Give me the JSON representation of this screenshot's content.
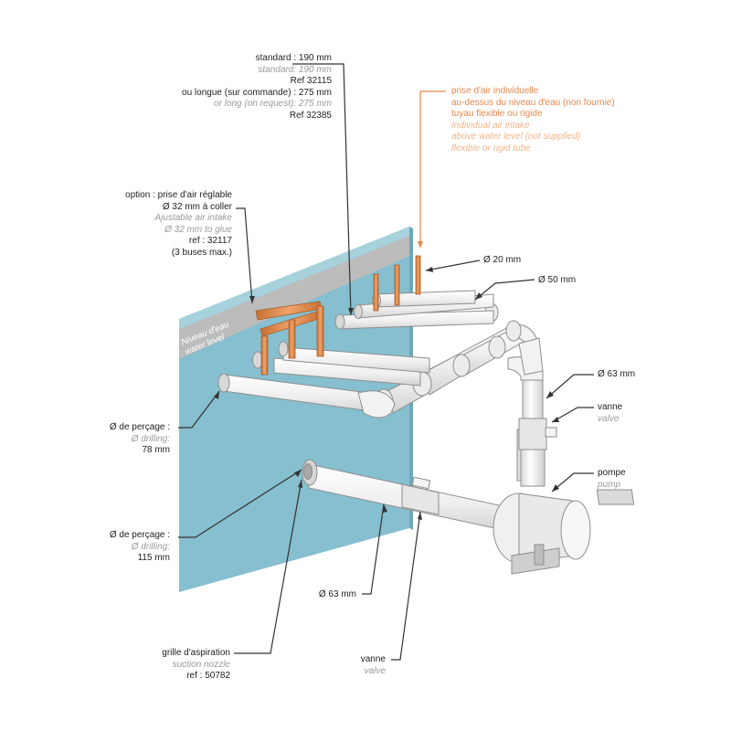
{
  "colors": {
    "wall": "#86bfcf",
    "water_band": "#b9b9b9",
    "pipe": "#f1f1f1",
    "pipe_stroke": "#8e8e8e",
    "copper": "#e08a4c",
    "leader": "#333333",
    "leader_orange": "#e8874a",
    "text_fr": "#1e1e1e",
    "text_en": "#9a9a9a"
  },
  "wall_label": [
    "Niveau d'eau",
    "water level"
  ],
  "labels": {
    "length": {
      "fr1": "standard : 190 mm",
      "en1": "standard: 190 mm",
      "ref1": "Ref 32115",
      "fr2": "ou longue (sur commande) : 275 mm",
      "en2": "or long (on request): 275 mm",
      "ref2": "Ref 32385"
    },
    "air_intake": {
      "fr1": "prise d'air individuelle",
      "fr2": "au-dessus du niveau d'eau (non fournie)",
      "fr3": "tuyau flexible ou rigide",
      "en1": "Individual air intake",
      "en2": "above water level (not supplied)",
      "en3": "flexible or rigid tube"
    },
    "option": {
      "fr1": "option : prise d'air réglable",
      "fr2": "Ø 32 mm à coller",
      "en1": "Ajustable air intake",
      "en2": "Ø 32 mm to glue",
      "ref": "ref  : 32117",
      "note": "(3 buses max.)"
    },
    "d20": "Ø 20 mm",
    "d50": "Ø 50 mm",
    "d63_top": "Ø 63 mm",
    "valve_top": {
      "fr": "vanne",
      "en": "valve"
    },
    "pump": {
      "fr": "pompe",
      "en": "pump"
    },
    "drill78": {
      "fr": "Ø de perçage :",
      "en": "Ø drilling:",
      "val": "78 mm"
    },
    "drill115": {
      "fr": "Ø de perçage :",
      "en": "Ø drilling:",
      "val": "115 mm"
    },
    "d63_bottom": "Ø 63 mm",
    "suction": {
      "fr": "grille d'aspiration",
      "en": "suction nozzle",
      "ref": "ref : 50782"
    },
    "valve_bottom": {
      "fr": "vanne",
      "en": "valve"
    }
  }
}
